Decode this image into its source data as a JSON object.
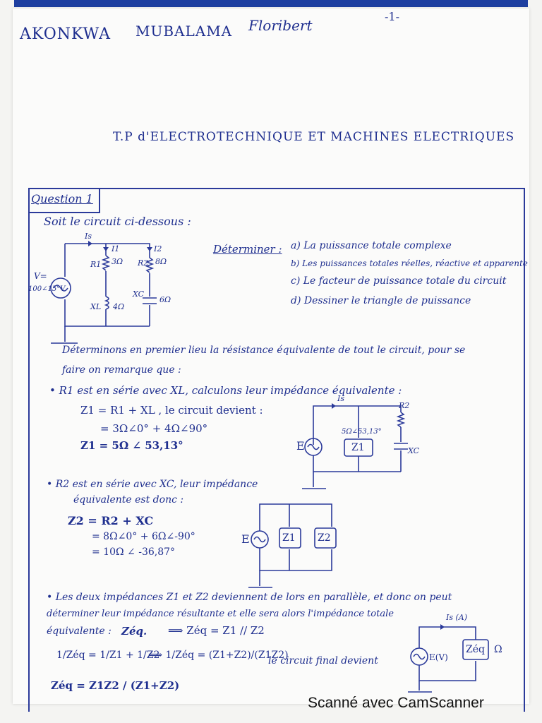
{
  "header": {
    "last_name": "AKONKWA",
    "middle_name": "MUBALAMA",
    "first_name": "Floribert",
    "page_number": "-1-"
  },
  "title": "T.P d'ELECTROTECHNIQUE ET MACHINES ELECTRIQUES",
  "question": {
    "label": "Question 1",
    "intro": "Soit le circuit ci-dessous :",
    "determine": "Déterminer :",
    "tasks": [
      "a) La puissance totale complexe",
      "b) Les puissances totales réelles, réactive et apparente",
      "c) Le facteur de puissance totale du circuit",
      "d) Dessiner le triangle de puissance"
    ]
  },
  "circuit1": {
    "source": "V=",
    "source_value": "100∠15°V",
    "is": "Is",
    "i1": "I1",
    "i2": "I2",
    "r1": "R1",
    "r1_value": "3Ω",
    "r2": "R2",
    "r2_value": "8Ω",
    "xl": "XL",
    "xl_value": "4Ω",
    "xc": "XC",
    "xc_value": "6Ω"
  },
  "work": {
    "line1": "Déterminons en premier lieu la résistance équivalente de tout le circuit, pour se",
    "line2": "faire on remarque que :",
    "b1_line": "• R1 est en série avec XL, calculons leur impédance équivalente :",
    "b1_eq1": "Z1 = R1 + XL , le circuit devient :",
    "b1_eq2": "= 3Ω∠0° + 4Ω∠90°",
    "b1_eq3": "Z1 = 5Ω ∠ 53,13°",
    "b2_line1": "• R2 est en série avec XC, leur impédance",
    "b2_line2": "équivalente est donc :",
    "b2_eq1": "Z2 = R2 + XC",
    "b2_eq2": "= 8Ω∠0° + 6Ω∠-90°",
    "b2_eq3": "= 10Ω ∠ -36,87°",
    "b3_line1": "• Les deux impédances Z1 et Z2 deviennent de lors en parallèle, et donc on peut",
    "b3_line2": "déterminer leur impédance résultante et elle sera alors l'impédance totale",
    "b3_line3": "équivalente :",
    "zeq": "Zéq.",
    "zeq_par": "⟹ Zéq = Z1 // Z2",
    "frac1": "1/Zéq = 1/Z1 + 1/Z2",
    "frac2": "⟹ 1/Zéq = (Z1+Z2)/(Z1Z2)",
    "final_circuit": "le circuit final devient",
    "zeq_final": "Zéq = Z1Z2 / (Z1+Z2)"
  },
  "circuit2": {
    "source": "E",
    "is": "Is",
    "z1_label": "5Ω∠53,13°",
    "z1": "Z1",
    "r2": "R2",
    "xc": "XC"
  },
  "circuit3": {
    "source": "E",
    "z1": "Z1",
    "z2": "Z2"
  },
  "circuit4": {
    "source": "E(V)",
    "is": "Is (A)",
    "zeq": "Zéq",
    "unit": "Ω"
  },
  "footer": "Scanné avec CamScanner"
}
